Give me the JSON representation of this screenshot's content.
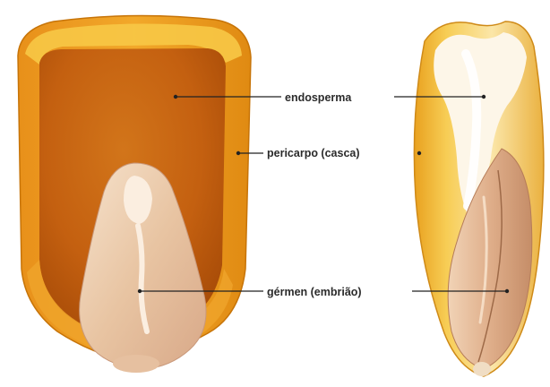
{
  "labels": {
    "endosperm": "endosperma",
    "pericarp": "pericarpo (casca)",
    "germ": "gérmen (embrião)"
  },
  "colors": {
    "pericarp_outer": "#e89a1a",
    "pericarp_rim": "#f7c846",
    "endosperm_cut": "#c8640e",
    "germ": "#ecc8a8",
    "germ_highlight": "#fbeee0",
    "side_endosperm": "#fdf6e8",
    "leader_line": "#222222"
  }
}
